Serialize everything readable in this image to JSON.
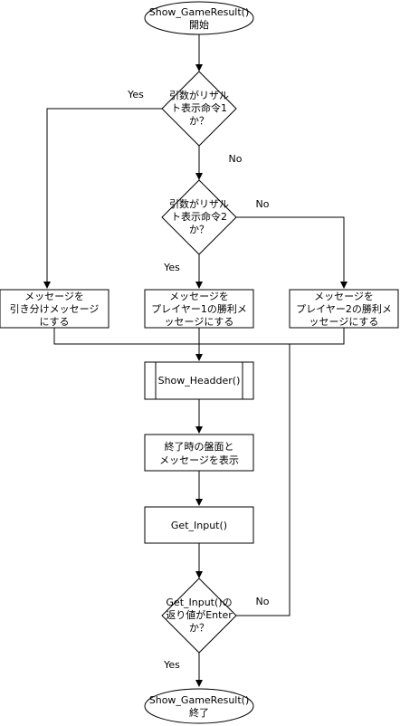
{
  "nodes": {
    "start": {
      "line1": "Show_GameResult()",
      "line2": "開始"
    },
    "decision1": {
      "line1": "引数がリザル",
      "line2": "ト表示命令1",
      "line3": "か？"
    },
    "decision2": {
      "line1": "引数がリザル",
      "line2": "ト表示命令2",
      "line3": "か？"
    },
    "msg_draw": {
      "line1": "メッセージを",
      "line2": "引き分けメッセージ",
      "line3": "にする"
    },
    "msg_p1": {
      "line1": "メッセージを",
      "line2": "プレイヤー1の勝利メ",
      "line3": "ッセージにする"
    },
    "msg_p2": {
      "line1": "メッセージを",
      "line2": "プレイヤー2の勝利メ",
      "line3": "ッセージにする"
    },
    "show_header": {
      "line1": "Show_Headder()"
    },
    "show_board": {
      "line1": "終了時の盤面と",
      "line2": "メッセージを表示"
    },
    "get_input": {
      "line1": "Get_Input()"
    },
    "decision3": {
      "line1": "Get_Input()の",
      "line2": "返り値がEnter",
      "line3": "か？"
    },
    "end": {
      "line1": "Show_GameResult()",
      "line2": "終了"
    }
  },
  "edge_labels": {
    "d1_yes": "Yes",
    "d1_no": "No",
    "d2_no": "No",
    "d2_yes": "Yes",
    "d3_no": "No",
    "d3_yes": "Yes"
  }
}
